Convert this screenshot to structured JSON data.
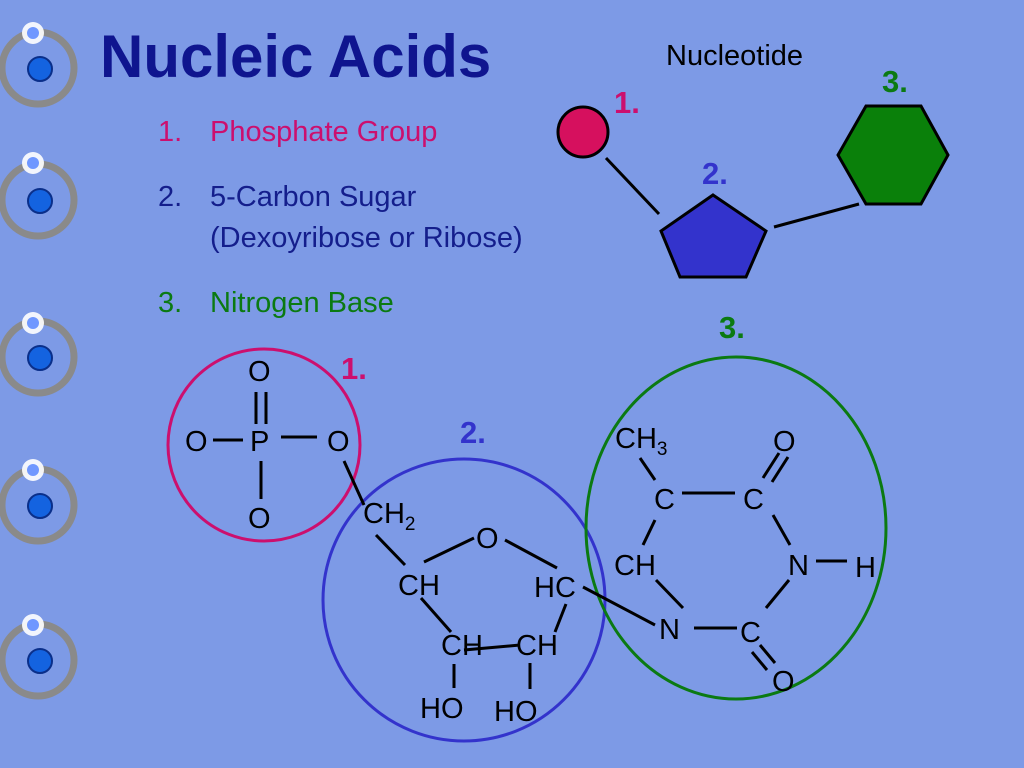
{
  "title": "Nucleic Acids",
  "subtitle": "Nucleotide",
  "list": [
    {
      "num": "1.",
      "text": "Phosphate Group",
      "text2": ""
    },
    {
      "num": "2.",
      "text": "5-Carbon Sugar",
      "text2": "(Dexoyribose or Ribose)"
    },
    {
      "num": "3.",
      "text": "Nitrogen Base",
      "text2": ""
    }
  ],
  "labels": {
    "one": "1.",
    "two": "2.",
    "three": "3."
  },
  "colors": {
    "background": "#7d9ae6",
    "title": "#0f158f",
    "phosphate": "#cc0f6e",
    "sugar": "#3333cc",
    "base": "#0b7a12"
  },
  "decorations": {
    "binder_rings": 5
  },
  "molecule": {
    "phosphate": {
      "o_top": "O",
      "o_left": "O",
      "p": "P",
      "o_right": "O",
      "o_bottom": "O"
    },
    "sugar": {
      "ch2": "CH",
      "ch2_sub": "2",
      "o_ring": "O",
      "ch_left": "CH",
      "hc_right": "HC",
      "ch_bl": "CH",
      "ch_br": "CH",
      "ho_left": "HO",
      "ho_right": "HO"
    },
    "base": {
      "ch3": "CH",
      "ch3_sub": "3",
      "o_top": "O",
      "c_left": "C",
      "c_right": "C",
      "ch": "CH",
      "n_right": "N",
      "h": "H",
      "n_bottom": "N",
      "c_bottom": "C",
      "o_bottom": "O"
    }
  }
}
